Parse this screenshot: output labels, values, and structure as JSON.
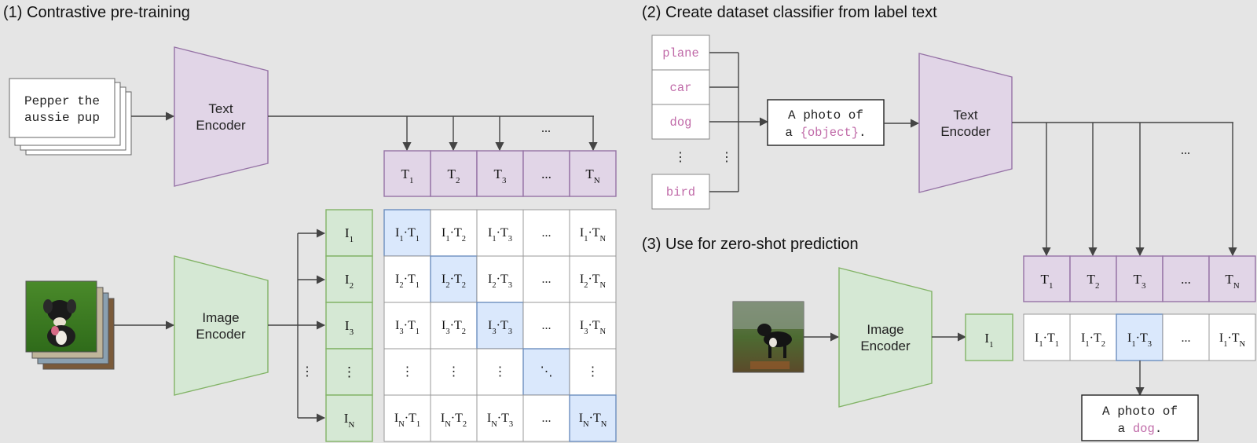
{
  "headings": {
    "section1": "(1) Contrastive pre-training",
    "section2": "(2) Create dataset classifier from label text",
    "section3": "(3) Use for zero-shot prediction"
  },
  "encoders": {
    "text_line1": "Text",
    "text_line2": "Encoder",
    "image_line1": "Image",
    "image_line2": "Encoder"
  },
  "caption": {
    "line1": "Pepper the",
    "line2": "aussie pup"
  },
  "labels": [
    "plane",
    "car",
    "dog",
    "bird"
  ],
  "template": {
    "line1": "A photo of",
    "line2_prefix": "a ",
    "line2_highlight": "{object}",
    "line2_suffix": "."
  },
  "prediction": {
    "line1": "A photo of",
    "line2_prefix": "a ",
    "line2_highlight": "dog",
    "line2_suffix": "."
  },
  "ellipsis": "...",
  "vertical_ellipsis": "⋮",
  "diagonal_ellipsis": "⋱",
  "text_embeddings": [
    "T",
    "T",
    "T",
    "...",
    "T"
  ],
  "text_embedding_subscripts": [
    "1",
    "2",
    "3",
    "",
    "N"
  ],
  "image_embeddings": [
    "I",
    "I",
    "I",
    "⋮",
    "I"
  ],
  "image_embedding_subscripts": [
    "1",
    "2",
    "3",
    "",
    "N"
  ],
  "dot": "·",
  "colors": {
    "text_encoder_fill": "#e1d5e7",
    "text_encoder_stroke": "#9673a6",
    "image_encoder_fill": "#d5e8d4",
    "image_encoder_stroke": "#82b366",
    "highlight_fill": "#dae8fc",
    "highlight_stroke": "#6c8ebf",
    "label_pink": "#c06aa8",
    "background": "#e5e5e5"
  },
  "icons": {
    "dog_photo": "dog-photo-icon",
    "dog_photo_outdoor": "dog-outdoor-photo-icon"
  }
}
